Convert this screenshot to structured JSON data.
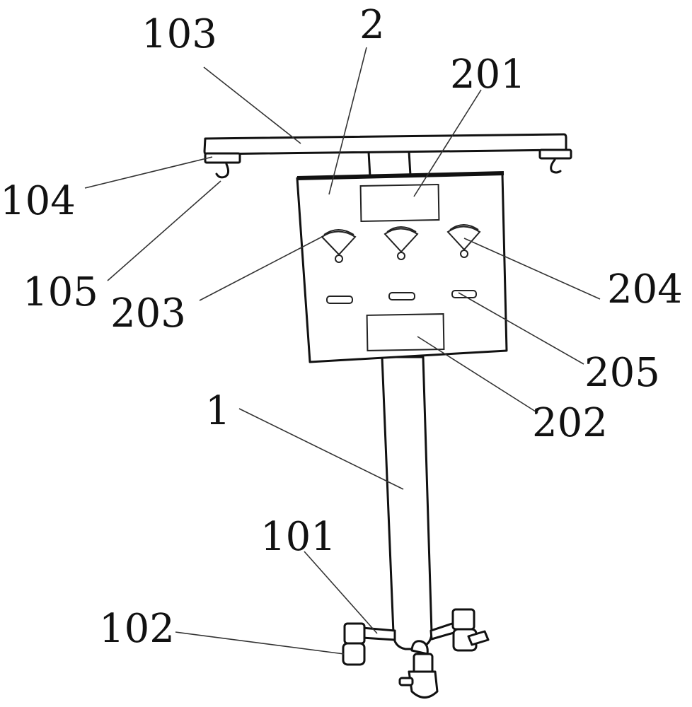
{
  "figure": {
    "type": "patent-line-drawing",
    "subject": "mobile stand with hanging bar and instrument panel",
    "labels": {
      "l103": "103",
      "l2": "2",
      "l201": "201",
      "l104": "104",
      "l105": "105",
      "l203": "203",
      "l204": "204",
      "l205": "205",
      "l1": "1",
      "l202": "202",
      "l101": "101",
      "l102": "102"
    },
    "parts": {
      "1": "upright pole",
      "101": "base leg",
      "102": "caster wheel",
      "103": "top crossbar",
      "104": "end block",
      "105": "hook",
      "2": "panel",
      "201": "upper display",
      "202": "lower display",
      "203": "gauge",
      "204": "gauge",
      "205": "indicator slot"
    }
  }
}
